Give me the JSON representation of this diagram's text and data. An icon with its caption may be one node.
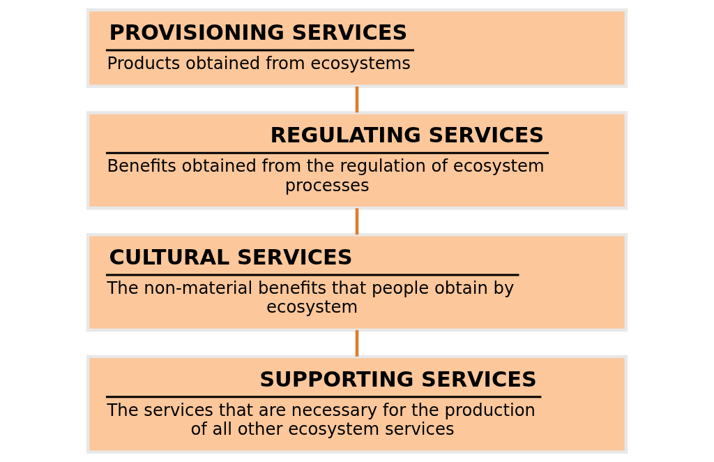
{
  "diagram": {
    "nodes": [
      {
        "text": [
          "PROVISIONING SERVICES",
          "Products obtained from ecosystems"
        ]
      },
      {
        "text": [
          "REGULATING SERVICES",
          "Benefits obtained from the regulation of ecosystem processes"
        ]
      },
      {
        "text": [
          "CULTURAL SERVICES",
          "The non-material benefits that people obtain by ecosystem"
        ]
      },
      {
        "text": [
          "SUPPORTING SERVICES",
          "The services that are necessary for the production of all other ecosystem services"
        ]
      }
    ],
    "edges": [
      {
        "from": 0,
        "to": 1,
        "arrow": "none"
      },
      {
        "from": 1,
        "to": 2,
        "arrow": "none"
      },
      {
        "from": 2,
        "to": 3,
        "arrow": "none"
      }
    ]
  }
}
